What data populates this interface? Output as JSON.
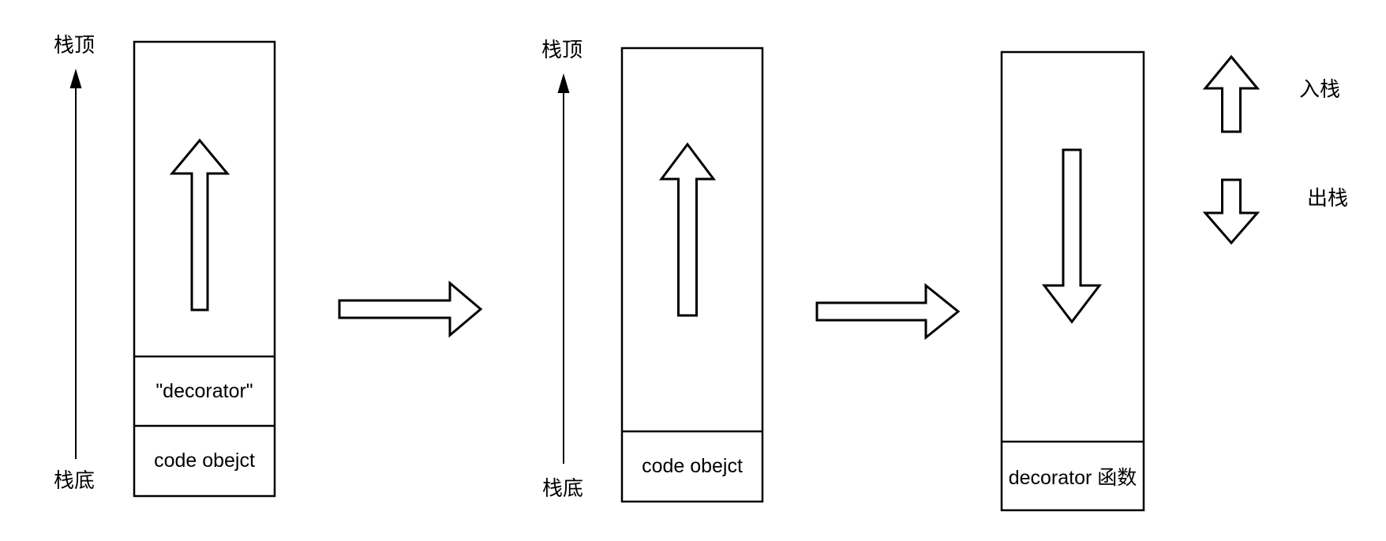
{
  "colors": {
    "stroke": "#000000",
    "background": "#ffffff"
  },
  "axes": {
    "left": {
      "top": "栈顶",
      "bottom": "栈底"
    },
    "middle": {
      "top": "栈顶",
      "bottom": "栈底"
    }
  },
  "stacks": {
    "first": {
      "cell_top": "\"decorator\"",
      "cell_bottom": "code obejct",
      "inner_arrow": "up-arrow"
    },
    "second": {
      "cell_bottom": "code obejct",
      "inner_arrow": "up-arrow"
    },
    "third": {
      "cell_bottom": "decorator 函数",
      "inner_arrow": "down-arrow"
    }
  },
  "flow": {
    "arrow1": "right-arrow",
    "arrow2": "right-arrow"
  },
  "legend": {
    "push": "入栈",
    "pop": "出栈",
    "push_icon": "up-arrow",
    "pop_icon": "down-arrow"
  }
}
